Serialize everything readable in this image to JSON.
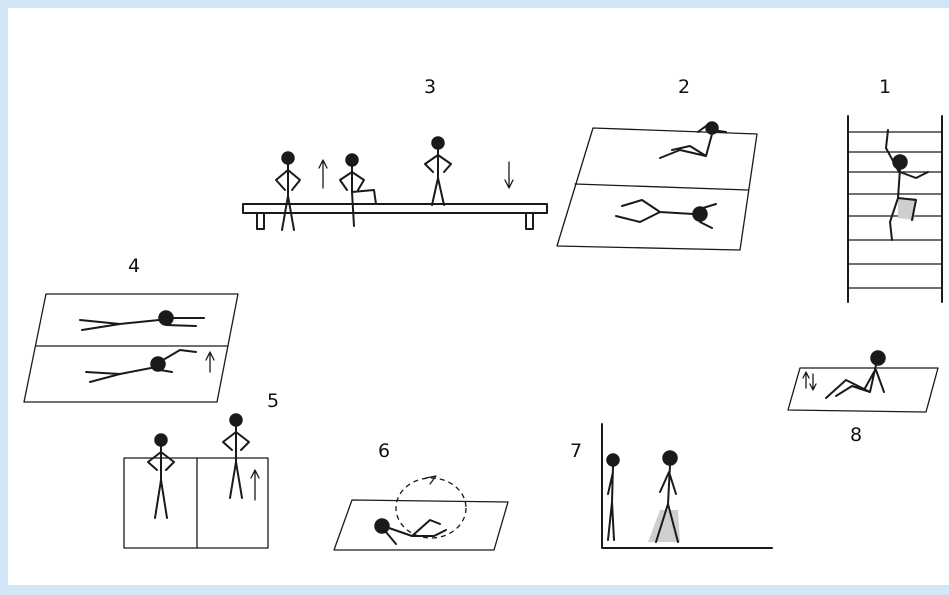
{
  "frame": {
    "border_color": "#d3e6f8",
    "background": "#ffffff"
  },
  "exercises": [
    {
      "id": "1",
      "label": "1",
      "scene": "ladder-climb"
    },
    {
      "id": "2",
      "label": "2",
      "scene": "mat-sit-ups"
    },
    {
      "id": "3",
      "label": "3",
      "scene": "bench-step-ups"
    },
    {
      "id": "4",
      "label": "4",
      "scene": "mat-prone-arm-raise"
    },
    {
      "id": "5",
      "label": "5",
      "scene": "box-step"
    },
    {
      "id": "6",
      "label": "6",
      "scene": "mat-roll"
    },
    {
      "id": "7",
      "label": "7",
      "scene": "wall-posture-walk"
    },
    {
      "id": "8",
      "label": "8",
      "scene": "mat-leg-raise"
    }
  ],
  "ink_color": "#1a1a1a"
}
